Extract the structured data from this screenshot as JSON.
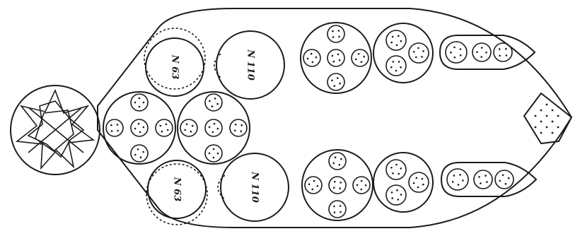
{
  "diagram": {
    "labels": {
      "upper_left_circle": "N 63",
      "upper_right_circle": "N 110",
      "lower_left_circle": "N 63",
      "lower_right_circle": "N 110"
    },
    "colors": {
      "ink": "#1b1b1b",
      "background": "#ffffff"
    }
  }
}
